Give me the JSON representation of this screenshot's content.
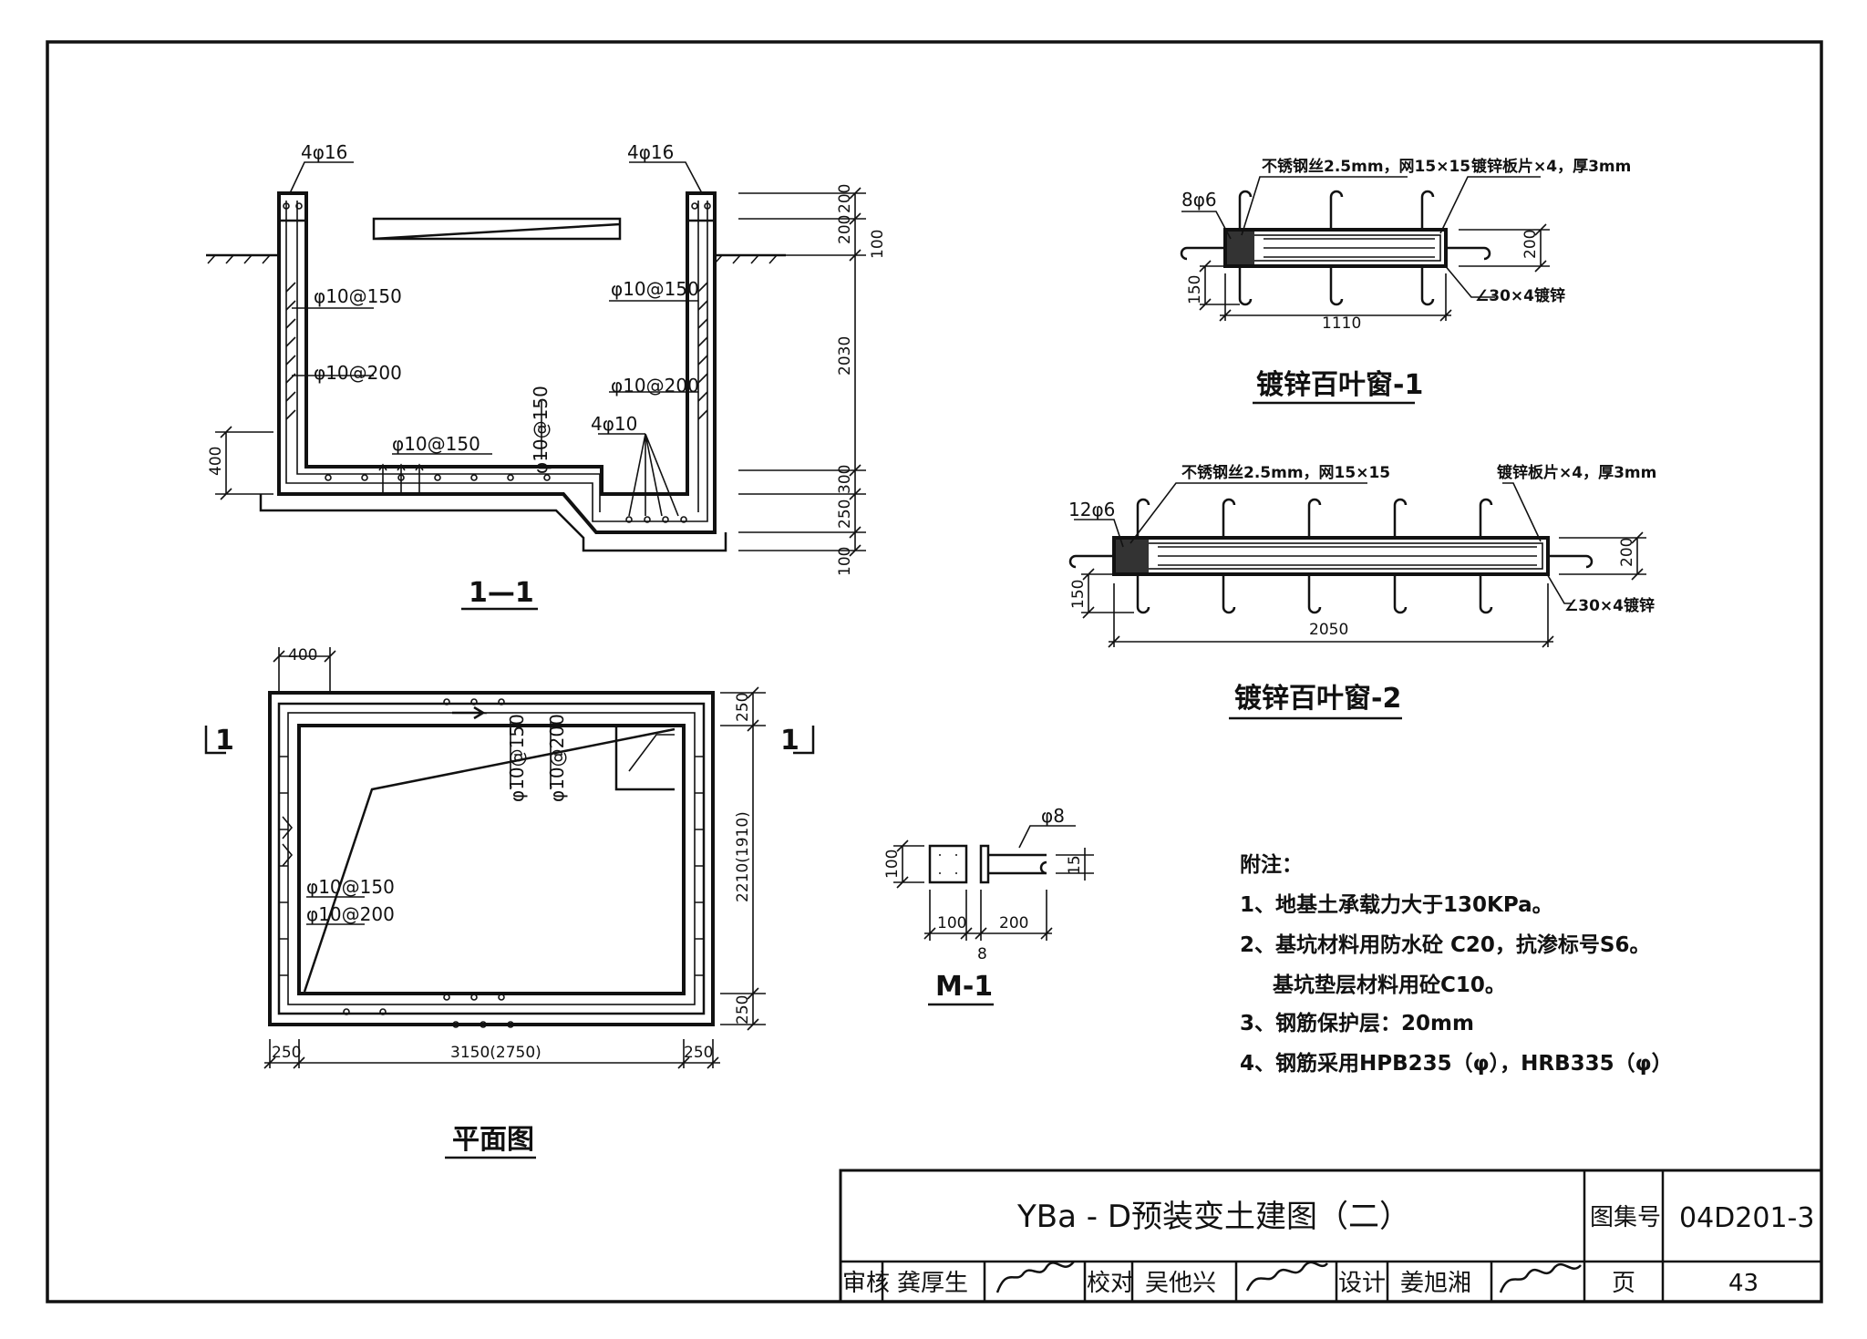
{
  "section_1_1": {
    "title": "1—1",
    "rebar_labels": [
      "4φ16",
      "4φ16",
      "φ10@150",
      "φ10@150",
      "φ10@200",
      "φ10@200",
      "φ10@150",
      "φ10@150",
      "4φ10"
    ],
    "dims": [
      "200",
      "200",
      "100",
      "2030",
      "400",
      "300",
      "250",
      "100"
    ]
  },
  "plan": {
    "title": "平面图",
    "section_mark": "1",
    "rebar_labels": [
      "φ10@150",
      "φ10@200",
      "φ10@150",
      "φ10@200"
    ],
    "dims": [
      "400",
      "250",
      "2210(1910)",
      "250",
      "250",
      "3150(2750)",
      "250"
    ]
  },
  "louver_1": {
    "title": "镀锌百叶窗-1",
    "labels": [
      "不锈钢丝2.5mm，网15×15",
      "镀锌板片×4，厚3mm",
      "8φ6",
      "∠30×4镀锌"
    ],
    "dims": [
      "200",
      "150",
      "1110"
    ]
  },
  "louver_2": {
    "title": "镀锌百叶窗-2",
    "labels": [
      "不锈钢丝2.5mm，网15×15",
      "镀锌板片×4，厚3mm",
      "12φ6",
      "∠30×4镀锌"
    ],
    "dims": [
      "200",
      "150",
      "2050"
    ]
  },
  "m1": {
    "title": "M-1",
    "labels": [
      "φ8"
    ],
    "dims": [
      "100",
      "15",
      "100",
      "200",
      "8"
    ]
  },
  "notes": {
    "heading": "附注：",
    "items": [
      "1、地基土承载力大于130KPa。",
      "2、基坑材料用防水砼 C20，抗渗标号S6。",
      "基坑垫层材料用砼C10。",
      "3、钢筋保护层：20mm",
      "4、钢筋采用HPB235（φ），HRB335（φ）"
    ]
  },
  "title_block": {
    "drawing_title": "YBa - D预装变土建图（二）",
    "atlas_label": "图集号",
    "atlas_number": "04D201-3",
    "review_label": "审核",
    "reviewer": "龚厚生",
    "check_label": "校对",
    "checker": "吴他兴",
    "design_label": "设计",
    "designer": "姜旭湘",
    "page_label": "页",
    "page_number": "43"
  }
}
